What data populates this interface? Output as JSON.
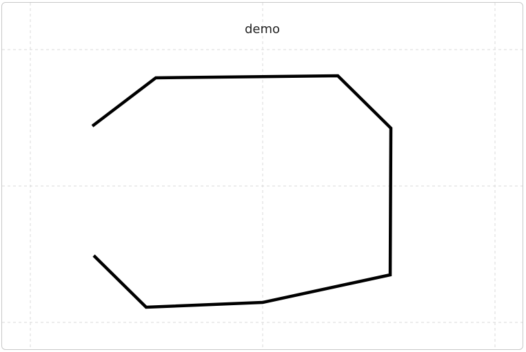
{
  "title": "demo",
  "colors": {
    "grid": "#d9d9d9",
    "stroke": "#000000",
    "border": "#c8c8c8"
  },
  "grid": {
    "enabled": true,
    "style": "dashed"
  },
  "drawing": {
    "shape": "open polyline"
  }
}
